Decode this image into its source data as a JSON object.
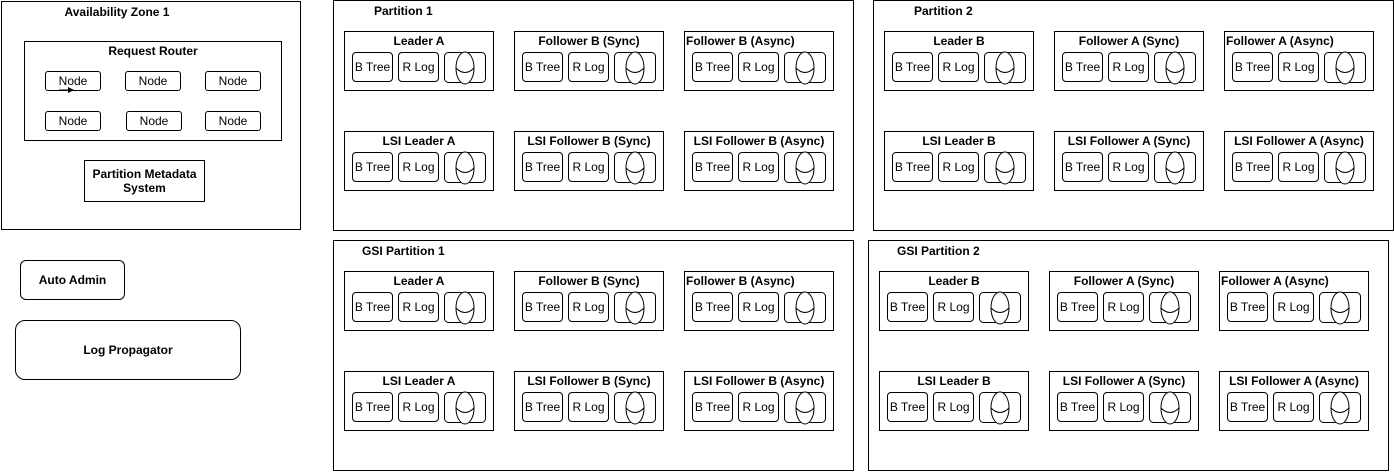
{
  "az": {
    "title": "Availability Zone 1",
    "router": {
      "title": "Request Router",
      "nodes": [
        "Node",
        "Node",
        "Node",
        "Node",
        "Node",
        "Node"
      ]
    },
    "metadata_label": "Partition Metadata System"
  },
  "auto_admin": "Auto Admin",
  "log_propagator": "Log Propagator",
  "replica_labels": {
    "btree": "B Tree",
    "rlog": "R Log"
  },
  "groups": [
    {
      "title": "Partition 1",
      "replicas": [
        "Leader A",
        "Follower B (Sync)",
        "Follower B (Async)",
        "LSI Leader A",
        "LSI Follower B (Sync)",
        "LSI Follower B (Async)"
      ]
    },
    {
      "title": "Partition 2",
      "replicas": [
        "Leader B",
        "Follower A (Sync)",
        "Follower A (Async)",
        "LSI Leader B",
        "LSI Follower A (Sync)",
        "LSI Follower A (Async)"
      ]
    },
    {
      "title": "GSI Partition 1",
      "replicas": [
        "Leader A",
        "Follower B (Sync)",
        "Follower B (Async)",
        "LSI Leader A",
        "LSI Follower B (Sync)",
        "LSI Follower B (Async)"
      ]
    },
    {
      "title": "GSI Partition 2",
      "replicas": [
        "Leader B",
        "Follower A (Sync)",
        "Follower A (Async)",
        "LSI Leader B",
        "LSI Follower A (Sync)",
        "LSI Follower A (Async)"
      ]
    }
  ]
}
